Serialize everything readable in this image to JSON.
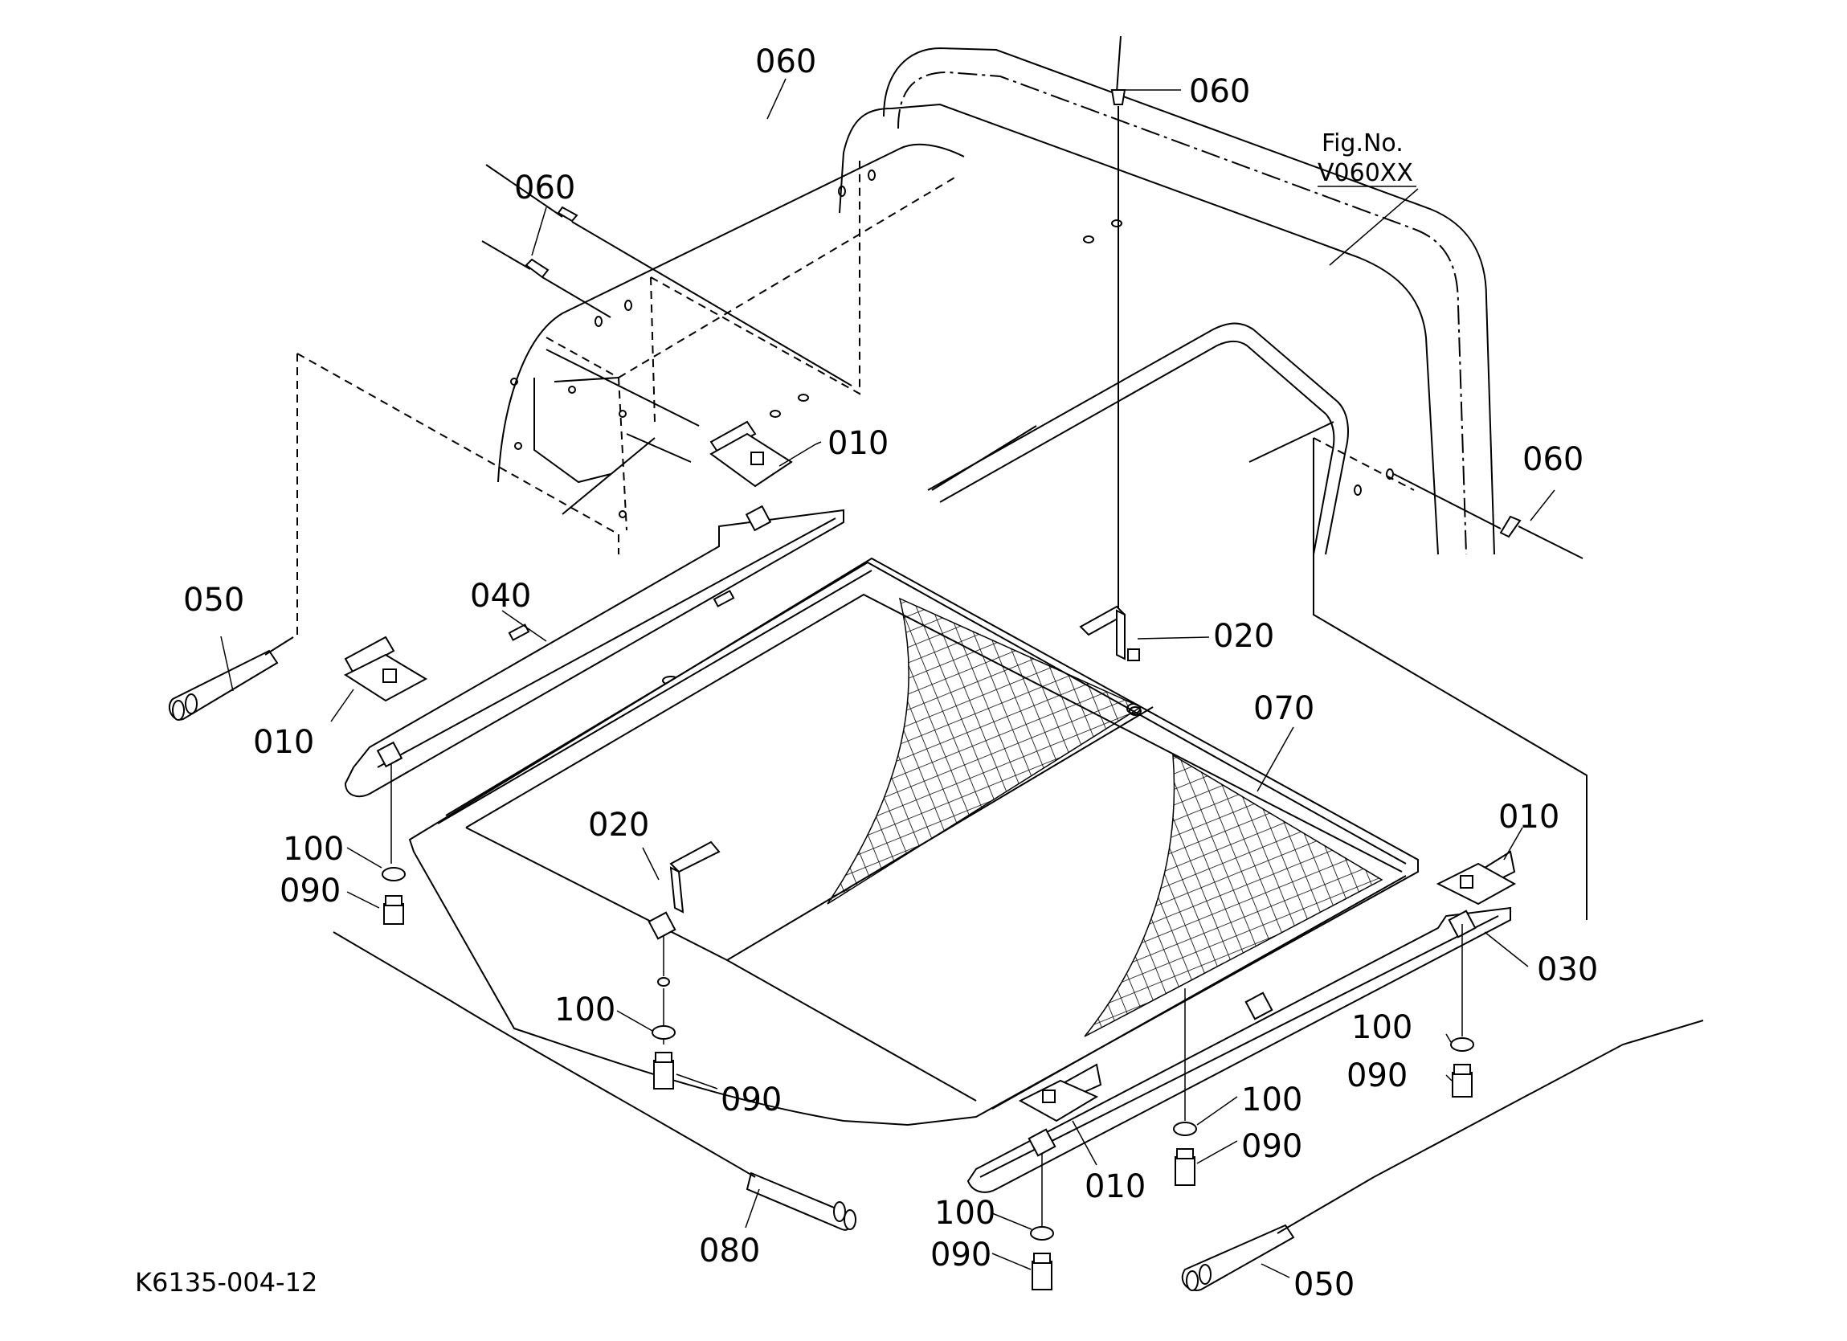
{
  "figure": {
    "fig_no_label": "Fig.No.",
    "fig_no_value": "V060XX",
    "drawing_number": "K6135-004-12"
  },
  "callouts": [
    {
      "id": "c060a",
      "text": "060"
    },
    {
      "id": "c060b",
      "text": "060"
    },
    {
      "id": "c060c",
      "text": "060"
    },
    {
      "id": "c060d",
      "text": "060"
    },
    {
      "id": "c010a",
      "text": "010"
    },
    {
      "id": "c010b",
      "text": "010"
    },
    {
      "id": "c010c",
      "text": "010"
    },
    {
      "id": "c010d",
      "text": "010"
    },
    {
      "id": "c050a",
      "text": "050"
    },
    {
      "id": "c050b",
      "text": "050"
    },
    {
      "id": "c040",
      "text": "040"
    },
    {
      "id": "c020a",
      "text": "020"
    },
    {
      "id": "c020b",
      "text": "020"
    },
    {
      "id": "c070",
      "text": "070"
    },
    {
      "id": "c100a",
      "text": "100"
    },
    {
      "id": "c100b",
      "text": "100"
    },
    {
      "id": "c100c",
      "text": "100"
    },
    {
      "id": "c100d",
      "text": "100"
    },
    {
      "id": "c100e",
      "text": "100"
    },
    {
      "id": "c090a",
      "text": "090"
    },
    {
      "id": "c090b",
      "text": "090"
    },
    {
      "id": "c090c",
      "text": "090"
    },
    {
      "id": "c090d",
      "text": "090"
    },
    {
      "id": "c090e",
      "text": "090"
    },
    {
      "id": "c030",
      "text": "030"
    },
    {
      "id": "c080",
      "text": "080"
    }
  ]
}
